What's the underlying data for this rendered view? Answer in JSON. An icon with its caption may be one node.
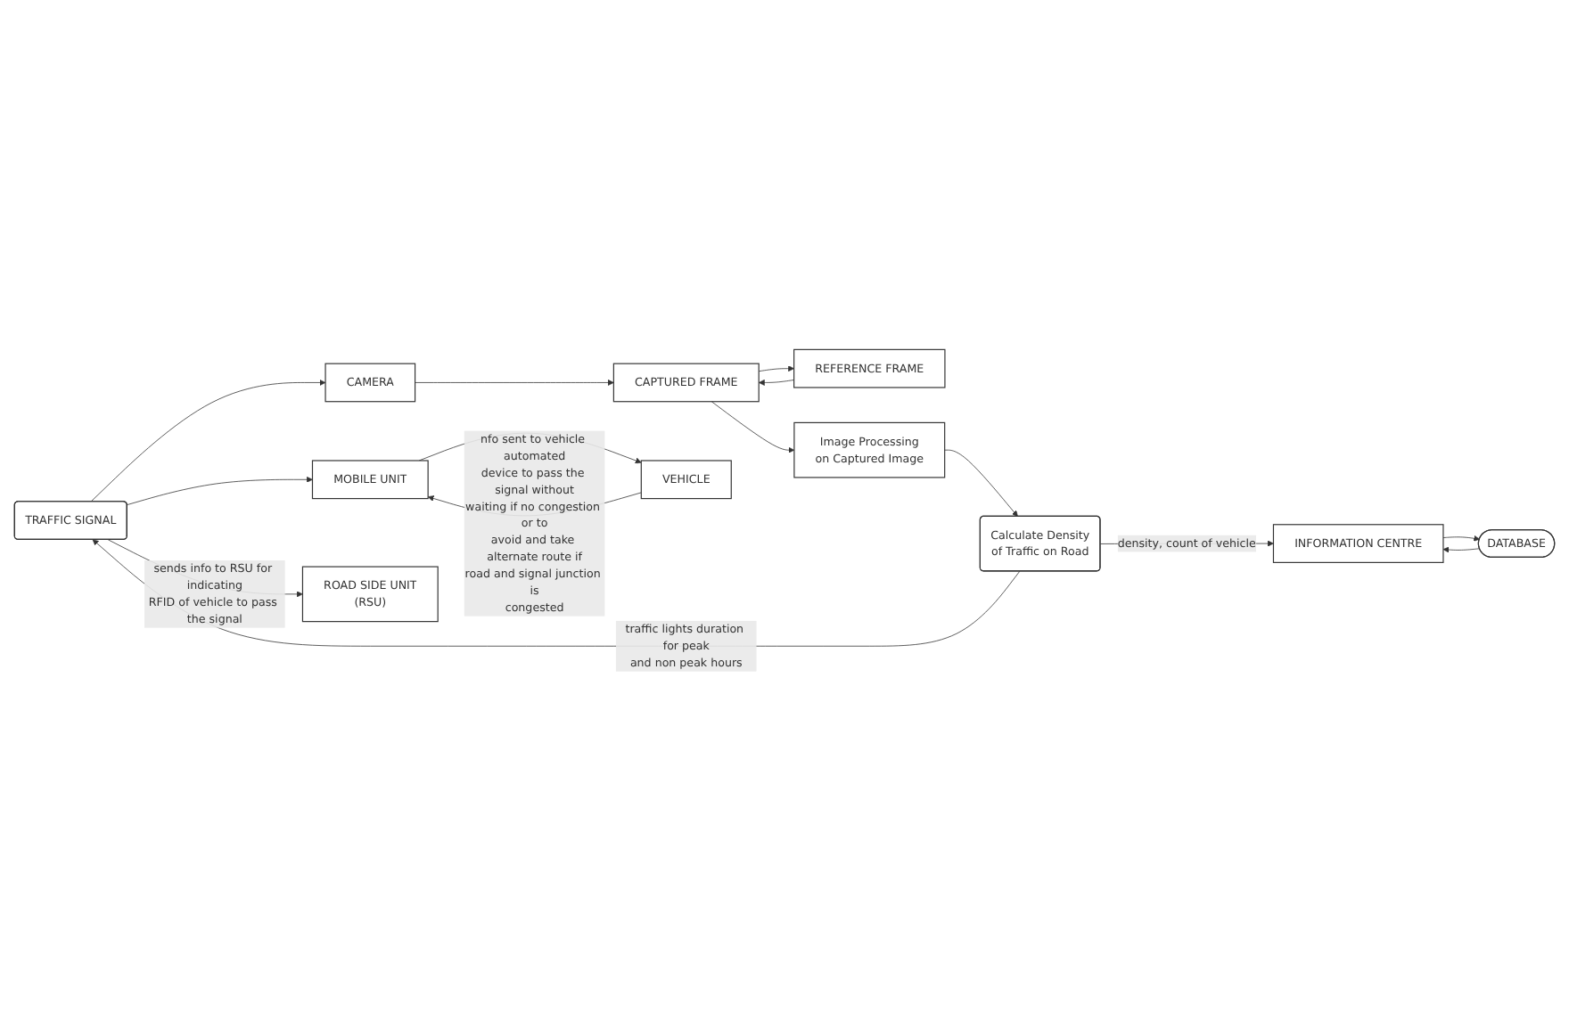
{
  "diagram": {
    "nodes": [
      {
        "text": [
          "TRAFFIC SIGNAL"
        ]
      },
      {
        "text": [
          "CAMERA"
        ]
      },
      {
        "text": [
          "REFERENCE FRAME"
        ]
      },
      {
        "text": [
          "CAPTURED FRAME"
        ]
      },
      {
        "text": [
          "Image Processing on Captured Image"
        ]
      },
      {
        "text": [
          "Calculate Density of Traffic on Road"
        ]
      },
      {
        "text": [
          "INFORMATION CENTRE"
        ]
      },
      {
        "text": [
          "DATABASE"
        ]
      },
      {
        "text": [
          "MOBILE UNIT"
        ]
      },
      {
        "text": [
          "ROAD SIDE UNIT (RSU)"
        ]
      },
      {
        "text": [
          "VEHICLE"
        ]
      }
    ],
    "edges": [
      {
        "from": 0,
        "to": 1,
        "arrow": "to"
      },
      {
        "from": 1,
        "to": 3,
        "arrow": "to"
      },
      {
        "from": 2,
        "to": 3,
        "arrow": "to"
      },
      {
        "from": 3,
        "to": 2,
        "arrow": "to"
      },
      {
        "from": 3,
        "to": 4,
        "arrow": "to"
      },
      {
        "from": 4,
        "to": 5,
        "arrow": "to"
      },
      {
        "from": 5,
        "to": 0,
        "arrow": "to",
        "label": "traffic lights duration for peak and non peak hours"
      },
      {
        "from": 5,
        "to": 6,
        "arrow": "to",
        "label": "density, count of vehicle"
      },
      {
        "from": 7,
        "to": 6,
        "arrow": "to"
      },
      {
        "from": 6,
        "to": 7,
        "arrow": "to"
      },
      {
        "from": 0,
        "to": 8,
        "arrow": "to"
      },
      {
        "from": 0,
        "to": 9,
        "arrow": "to",
        "label": "sends info to RSU for indicating RFID of vehicle to pass the signal"
      },
      {
        "from": 8,
        "to": 10,
        "arrow": "to"
      },
      {
        "from": 10,
        "to": 8,
        "arrow": "to",
        "label": "nfo sent to vehicle automated device to pass the signal without waiting if no congestion or to avoid and take alternate route if road and signal junction is congested"
      }
    ]
  }
}
